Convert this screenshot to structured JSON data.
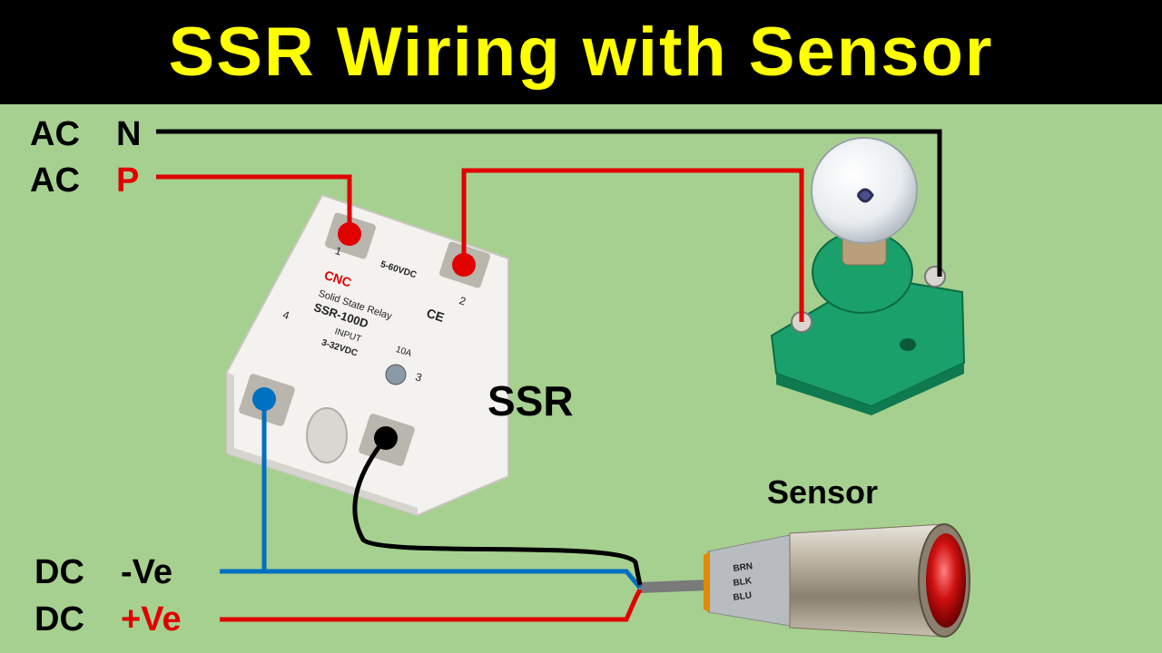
{
  "title": "SSR Wiring with Sensor",
  "labels": {
    "ac_n_prefix": "AC",
    "ac_n_suffix": "N",
    "ac_p_prefix": "AC",
    "ac_p_suffix": "P",
    "dc_neg_prefix": "DC",
    "dc_neg_suffix": "-Ve",
    "dc_pos_prefix": "DC",
    "dc_pos_suffix": "+Ve",
    "ssr": "SSR",
    "sensor": "Sensor"
  },
  "ssr_markings": {
    "brand": "CNC",
    "name": "Solid State Relay",
    "model": "SSR-100D",
    "output_range": "5-60VDC",
    "input_label": "INPUT",
    "input_range": "3-32VDC",
    "current": "10A",
    "ce": "CE",
    "terminal_1": "1",
    "terminal_2": "2",
    "terminal_3": "3",
    "terminal_4": "4"
  },
  "sensor_markings": {
    "wire_1": "BRN",
    "wire_2": "BLK",
    "wire_3": "BLU"
  },
  "colors": {
    "background": "#a6d08f",
    "title_bar": "#000000",
    "title_text": "#ffff00",
    "wire_red": "#e00000",
    "wire_black": "#000000",
    "wire_blue": "#0070c0",
    "lamp_base": "#1aa06a"
  }
}
